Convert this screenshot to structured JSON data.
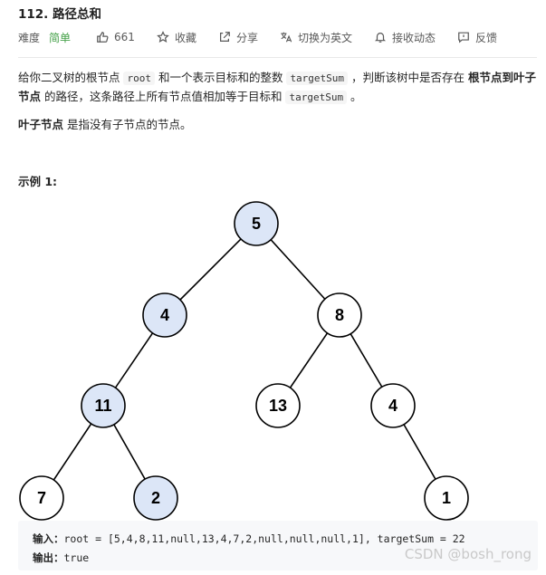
{
  "problem": {
    "title": "112. 路径总和",
    "difficulty_label": "难度",
    "difficulty_value": "简单",
    "likes": "661",
    "collect": "收藏",
    "share": "分享",
    "switch_lang": "切换为英文",
    "subscribe": "接收动态",
    "feedback": "反馈"
  },
  "description": {
    "p1_a": "给你二叉树的根节点 ",
    "p1_code1": "root",
    "p1_b": " 和一个表示目标和的整数 ",
    "p1_code2": "targetSum",
    "p1_c": " ，判断该树中是否存在 ",
    "p1_bold": "根节点到叶子节点",
    "p1_d": " 的路径，这条路径上所有节点值相加等于目标和 ",
    "p1_code3": "targetSum",
    "p1_e": " 。",
    "p2_bold": "叶子节点",
    "p2_rest": " 是指没有子节点的节点。"
  },
  "example": {
    "title": "示例 1:",
    "input_label": "输入：",
    "input_value": "root = [5,4,8,11,null,13,4,7,2,null,null,null,1], targetSum = 22",
    "output_label": "输出：",
    "output_value": "true"
  },
  "tree": {
    "highlight_color": "#dce6f7",
    "normal_color": "#ffffff",
    "nodes": [
      {
        "value": "5",
        "highlighted": true
      },
      {
        "value": "4",
        "highlighted": true
      },
      {
        "value": "8",
        "highlighted": false
      },
      {
        "value": "11",
        "highlighted": true
      },
      {
        "value": "13",
        "highlighted": false
      },
      {
        "value": "4",
        "highlighted": false
      },
      {
        "value": "7",
        "highlighted": false
      },
      {
        "value": "2",
        "highlighted": true
      },
      {
        "value": "1",
        "highlighted": false
      }
    ]
  },
  "watermark": "CSDN @bosh_rong",
  "icons": {
    "like": "thumbs-up-icon",
    "collect": "star-icon",
    "share": "share-icon",
    "switch_lang": "translate-icon",
    "subscribe": "bell-icon",
    "feedback": "feedback-icon"
  }
}
